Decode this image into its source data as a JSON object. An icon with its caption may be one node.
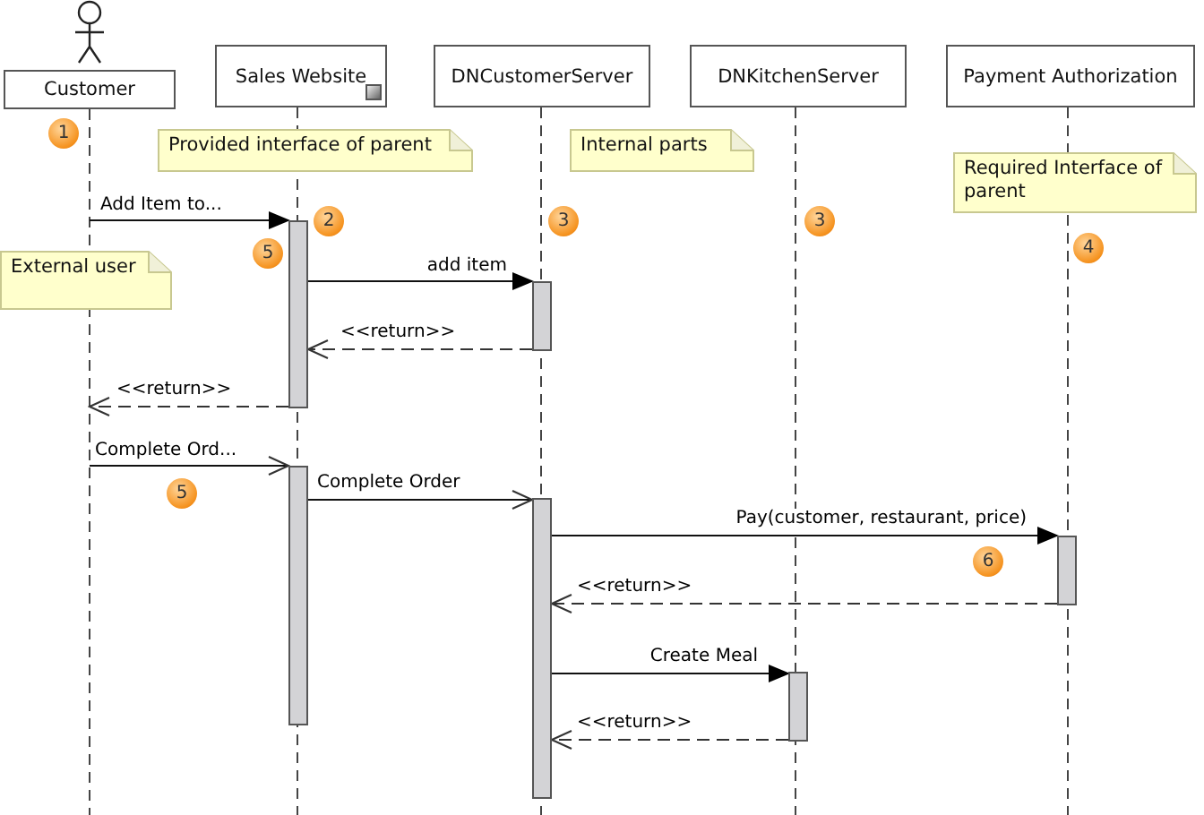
{
  "diagram": {
    "nodes": [
      {
        "text": [
          "Customer"
        ]
      },
      {
        "text": [
          "Sales Website"
        ]
      },
      {
        "text": [
          "DNCustomerServer"
        ]
      },
      {
        "text": [
          "DNKitchenServer"
        ]
      },
      {
        "text": [
          "Payment Authorization"
        ]
      },
      {
        "text": [
          "1"
        ]
      },
      {
        "text": [
          "Provided interface of parent"
        ]
      },
      {
        "text": [
          "Internal parts"
        ]
      },
      {
        "text": [
          "Required Interface of parent"
        ]
      },
      {
        "text": [
          "2"
        ]
      },
      {
        "text": [
          "3"
        ]
      },
      {
        "text": [
          "3"
        ]
      },
      {
        "text": [
          "4"
        ]
      },
      {
        "text": [
          "5"
        ]
      },
      {
        "text": [
          "External user"
        ]
      },
      {
        "text": [
          "5"
        ]
      },
      {
        "text": [
          "6"
        ]
      },
      {
        "text": [],
        "shape": "bar"
      },
      {
        "text": [],
        "shape": "bar"
      },
      {
        "text": [],
        "shape": "bar"
      },
      {
        "text": [],
        "shape": "bar"
      },
      {
        "text": [],
        "shape": "bar"
      },
      {
        "text": [],
        "shape": "bar"
      }
    ],
    "edges": [
      {
        "from": null,
        "to": 17,
        "arrow": "to",
        "label": "Add Item to..."
      },
      {
        "from": 17,
        "to": 18,
        "arrow": "to",
        "label": "add item"
      },
      {
        "from": 18,
        "to": 17,
        "arrow": "to",
        "label": "<<return>>",
        "style": "dashed"
      },
      {
        "from": 17,
        "to": null,
        "arrow": "to",
        "label": "<<return>>",
        "style": "dashed"
      },
      {
        "from": null,
        "to": 19,
        "arrow": "to",
        "label": "Complete Ord..."
      },
      {
        "from": 19,
        "to": 20,
        "arrow": "to",
        "label": "Complete Order"
      },
      {
        "from": 20,
        "to": 21,
        "arrow": "to",
        "label": "Pay(customer, restaurant, price)"
      },
      {
        "from": 21,
        "to": 20,
        "arrow": "to",
        "label": "<<return>>",
        "style": "dashed"
      },
      {
        "from": 20,
        "to": 22,
        "arrow": "to",
        "label": "Create Meal"
      },
      {
        "from": 22,
        "to": 20,
        "arrow": "to",
        "label": "<<return>>",
        "style": "dashed"
      }
    ]
  }
}
